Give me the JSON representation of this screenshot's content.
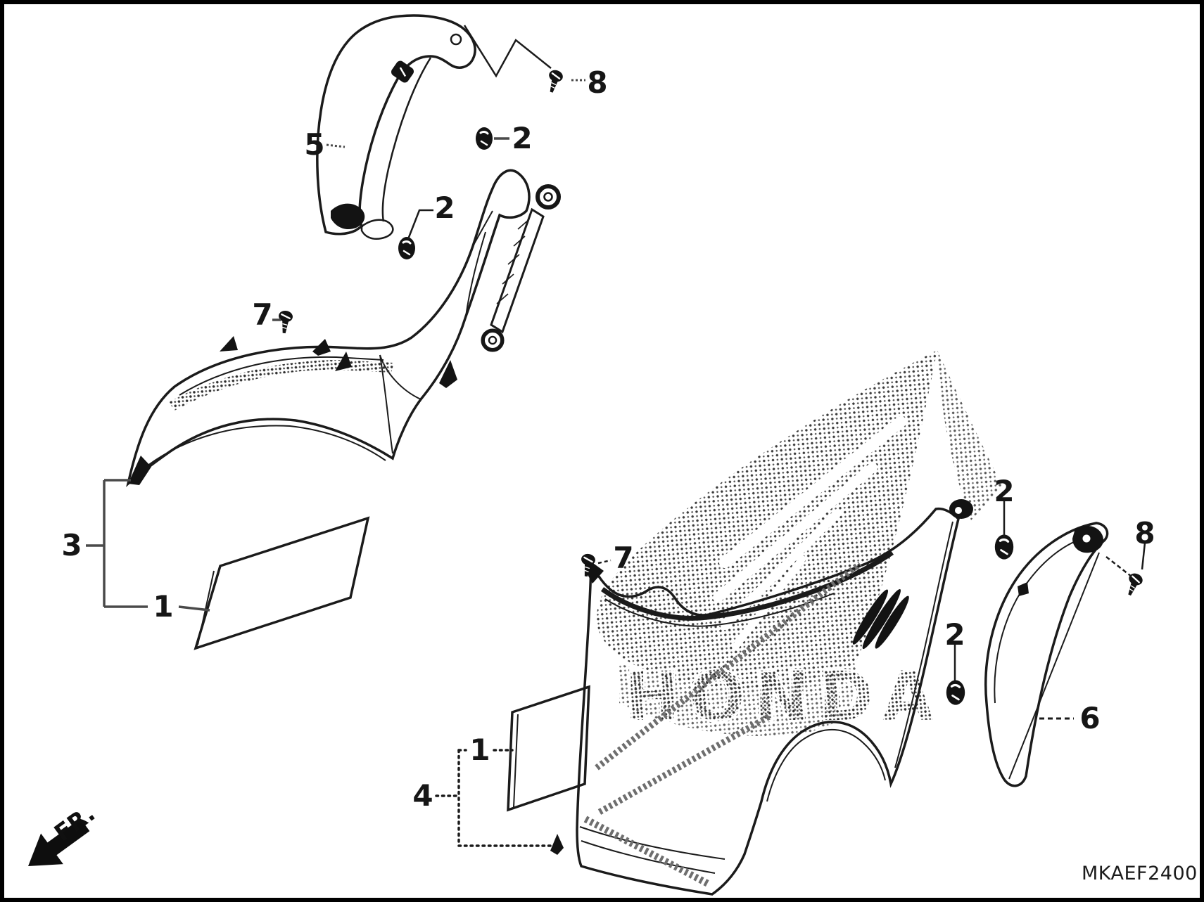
{
  "figure": {
    "code": "MKAEF2400",
    "fr_indicator": "FR.",
    "brand_watermark": "HONDA"
  },
  "callouts": {
    "c5": "5",
    "c8_top": "8",
    "c2_top": "2",
    "c2_upper_left": "2",
    "c7_left": "7",
    "c3": "3",
    "c1_left": "1",
    "c7_right": "7",
    "c2_right_upper": "2",
    "c2_right_lower": "2",
    "c8_right": "8",
    "c6": "6",
    "c1_right": "1",
    "c4": "4"
  },
  "icons": {
    "grommet": "rubber-grommet",
    "screw": "tapping-screw",
    "boss": "mounting-boss-ring"
  },
  "colors": {
    "line": "#1b1b1b",
    "leader": "#4a4a4a",
    "halftone": "#3a3a3a",
    "background": "#ffffff"
  }
}
